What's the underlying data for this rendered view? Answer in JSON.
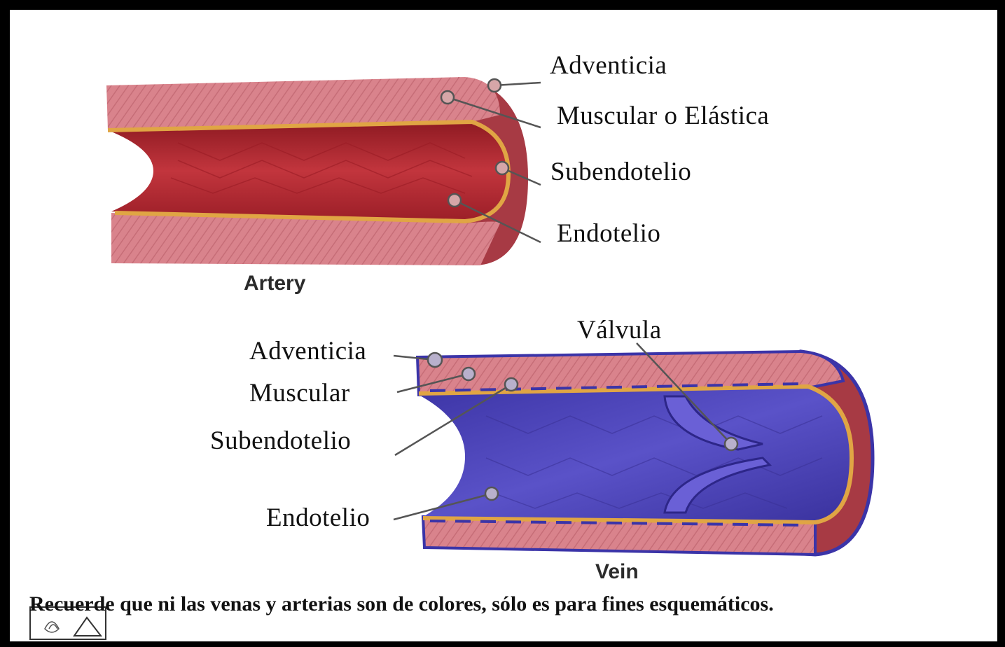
{
  "artery": {
    "caption": "Artery",
    "labels": {
      "adventicia": "Adventicia",
      "muscular": "Muscular o Elástica",
      "subendotelio": "Subendotelio",
      "endotelio": "Endotelio"
    }
  },
  "vein": {
    "caption": "Vein",
    "labels": {
      "valvula": "Válvula",
      "adventicia": "Adventicia",
      "muscular": "Muscular",
      "subendotelio": "Subendotelio",
      "endotelio": "Endotelio"
    }
  },
  "footnote": "Recuerde que ni las venas y arterias son de colores, sólo es para fines esquemáticos.",
  "colors": {
    "adventicia_pink": "#d9838c",
    "wall_dark": "#a73a44",
    "lumen_red": "#b5262f",
    "elastic_yellow": "#e0a544",
    "vein_blue": "#4f45b8",
    "vein_outline": "#3b34a8"
  }
}
